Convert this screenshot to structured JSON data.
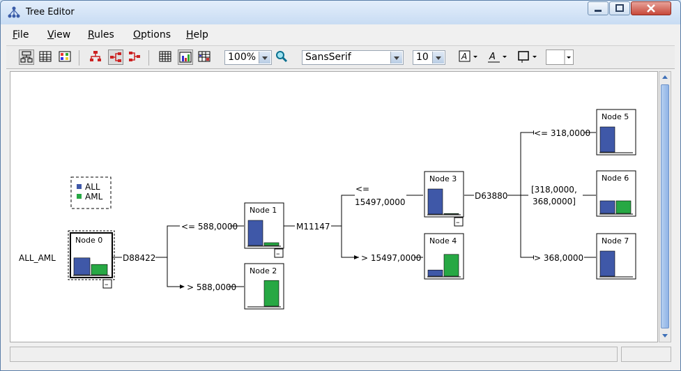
{
  "window": {
    "title": "Tree Editor"
  },
  "menu": [
    "File",
    "View",
    "Rules",
    "Options",
    "Help"
  ],
  "toolbar": {
    "zoom": "100%",
    "font": "SansSerif",
    "size": "10"
  },
  "tree": {
    "root_label": "ALL_AML",
    "legend": [
      {
        "label": "ALL",
        "color": "#3f58a8"
      },
      {
        "label": "AML",
        "color": "#27a844"
      }
    ],
    "splits": {
      "s0": "D88422",
      "s1": "M11147",
      "s3": "D63880"
    },
    "edges": {
      "e1": "<= 588,0000",
      "e2": "> 588,0000",
      "e3a": "<=",
      "e3b": "15497,0000",
      "e4": "> 15497,0000",
      "e5": "<= 318,0000",
      "e6a": "[318,0000,",
      "e6b": "368,0000]",
      "e7": "> 368,0000"
    },
    "nodes": [
      {
        "title": "Node 0",
        "ALL": 0.62,
        "AML": 0.38,
        "collapsed": "–"
      },
      {
        "title": "Node 1",
        "ALL": 0.9,
        "AML": 0.1,
        "collapsed": "–"
      },
      {
        "title": "Node 2",
        "ALL": 0.0,
        "AML": 0.92
      },
      {
        "title": "Node 3",
        "ALL": 0.9,
        "AML": 0.02,
        "collapsed": "–"
      },
      {
        "title": "Node 4",
        "ALL": 0.22,
        "AML": 0.78
      },
      {
        "title": "Node 5",
        "ALL": 0.9,
        "AML": 0.0
      },
      {
        "title": "Node 6",
        "ALL": 0.45,
        "AML": 0.45
      },
      {
        "title": "Node 7",
        "ALL": 0.9,
        "AML": 0.0
      }
    ]
  }
}
